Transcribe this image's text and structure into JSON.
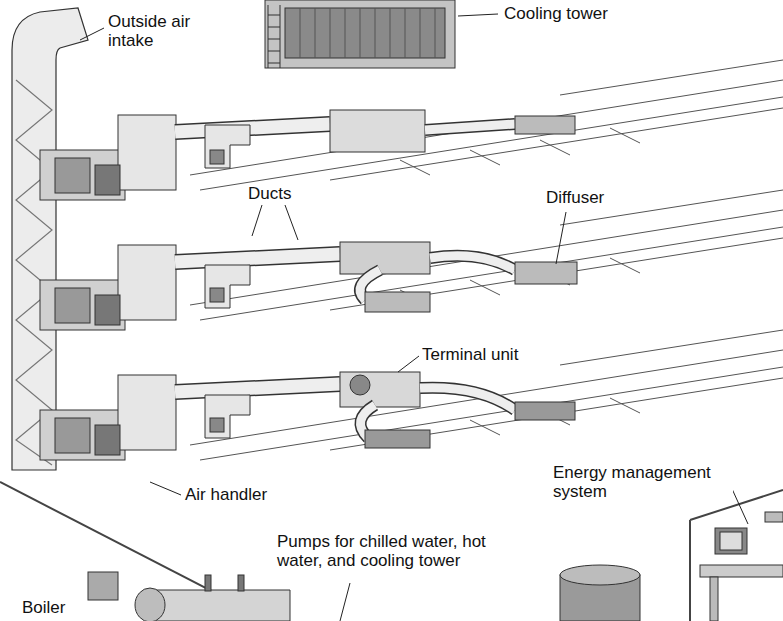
{
  "diagram": {
    "labels": [
      "Cooling tower",
      "Outside air intake",
      "Ducts",
      "Diffuser",
      "Terminal unit",
      "Air handler",
      "Energy management system",
      "Pumps for chilled water, hot water, and cooling tower",
      "Boiler"
    ]
  }
}
